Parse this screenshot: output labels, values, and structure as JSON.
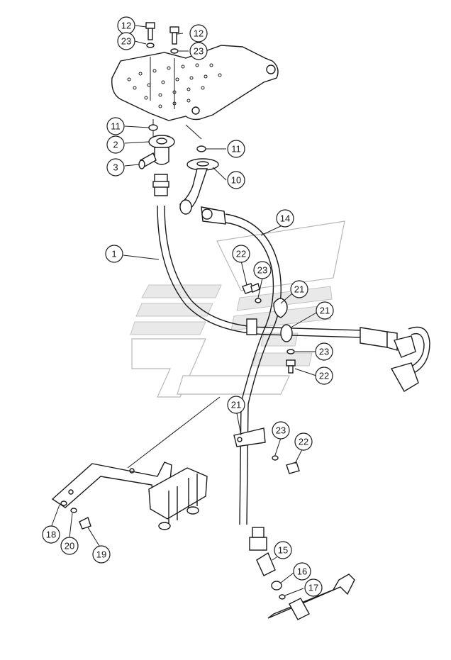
{
  "callouts": [
    {
      "id": "c12a",
      "label": "12"
    },
    {
      "id": "c12b",
      "label": "12"
    },
    {
      "id": "c23a",
      "label": "23"
    },
    {
      "id": "c23b",
      "label": "23"
    },
    {
      "id": "c11a",
      "label": "11"
    },
    {
      "id": "c2",
      "label": "2"
    },
    {
      "id": "c11b",
      "label": "11"
    },
    {
      "id": "c3",
      "label": "3"
    },
    {
      "id": "c10",
      "label": "10"
    },
    {
      "id": "c14",
      "label": "14"
    },
    {
      "id": "c1",
      "label": "1"
    },
    {
      "id": "c22a",
      "label": "22"
    },
    {
      "id": "c23c",
      "label": "23"
    },
    {
      "id": "c21a",
      "label": "21"
    },
    {
      "id": "c21b",
      "label": "21"
    },
    {
      "id": "c23d",
      "label": "23"
    },
    {
      "id": "c22b",
      "label": "22"
    },
    {
      "id": "c21c",
      "label": "21"
    },
    {
      "id": "c23e",
      "label": "23"
    },
    {
      "id": "c22c",
      "label": "22"
    },
    {
      "id": "c18",
      "label": "18"
    },
    {
      "id": "c20",
      "label": "20"
    },
    {
      "id": "c19",
      "label": "19"
    },
    {
      "id": "c15",
      "label": "15"
    },
    {
      "id": "c16",
      "label": "16"
    },
    {
      "id": "c17",
      "label": "17"
    }
  ]
}
